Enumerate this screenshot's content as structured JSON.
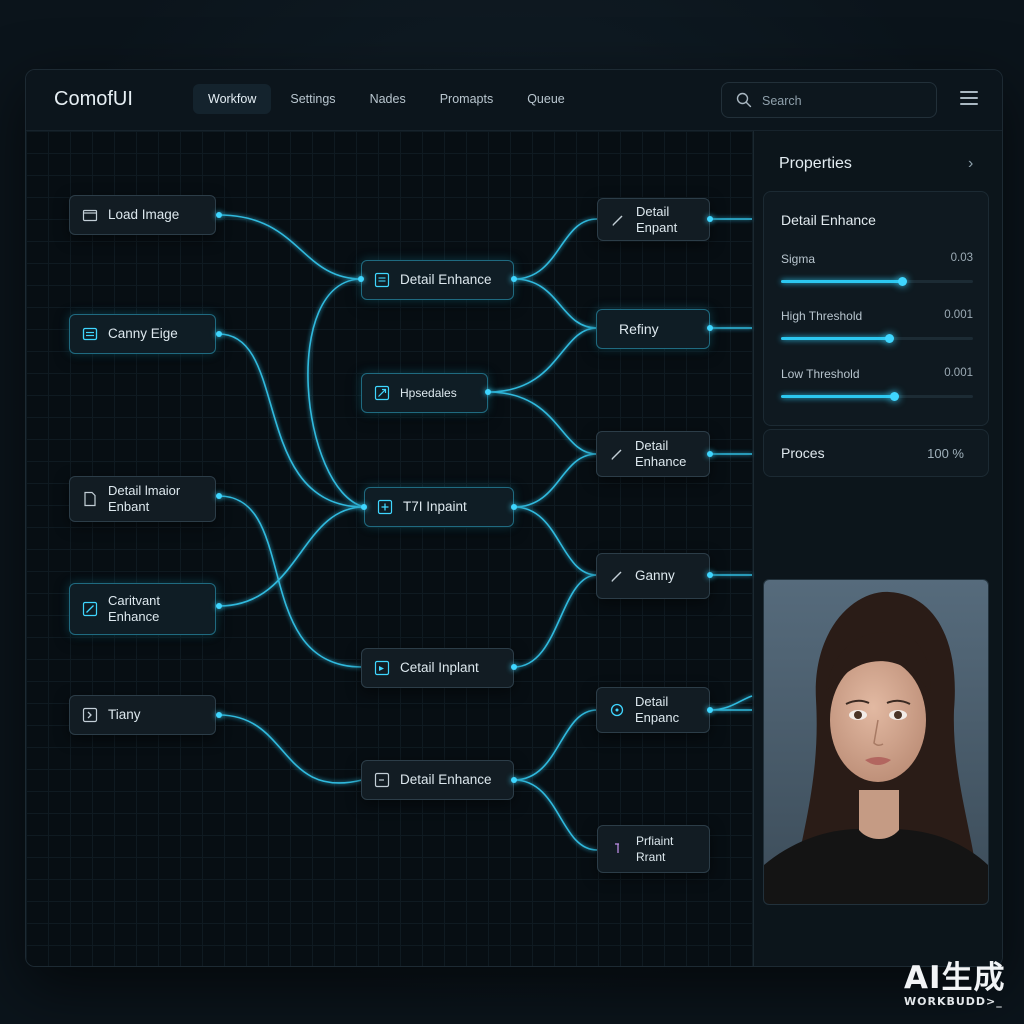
{
  "app": {
    "title": "ComofUI"
  },
  "nav": {
    "tabs": [
      {
        "label": "Workfow",
        "active": true
      },
      {
        "label": "Settings"
      },
      {
        "label": "Nades"
      },
      {
        "label": "Promapts"
      },
      {
        "label": "Queue"
      }
    ]
  },
  "search": {
    "placeholder": "Search"
  },
  "nodes": {
    "load_image": {
      "label": "Load Image"
    },
    "canny_edge": {
      "label": "Canny Eige"
    },
    "detail_enhant_left": {
      "line1": "Detail lmaior",
      "line2": "Enbant"
    },
    "contrast_enhance": {
      "line1": "Caritvant",
      "line2": "Enhance"
    },
    "tiany": {
      "label": "Tiany"
    },
    "detail_enhance_top": {
      "label": "Detail Enhance"
    },
    "upscales": {
      "label": "Hpsedales"
    },
    "t7i_inpaint": {
      "label": "T7I Inpaint"
    },
    "cetail_inplant": {
      "label": "Cetail Inplant"
    },
    "detail_enhance_bottom": {
      "label": "Detail Enhance"
    },
    "detail_enpant": {
      "line1": "Detail",
      "line2": "Enpant"
    },
    "refiny": {
      "label": "Refiny"
    },
    "detail_enhance_right": {
      "line1": "Detail",
      "line2": "Enhance"
    },
    "ganny": {
      "label": "Ganny"
    },
    "detail_enpanc": {
      "line1": "Detail",
      "line2": "Enpanc"
    },
    "prfiaint": {
      "line1": "Prfiaint",
      "line2": "Rrant"
    }
  },
  "properties": {
    "title": "Properties",
    "node_title": "Detail Enhance",
    "params": [
      {
        "label": "Sigma",
        "value": "0.03",
        "level": 0.63
      },
      {
        "label": "High Threshold",
        "value": "0.001",
        "level": 0.56
      },
      {
        "label": "Low Threshold",
        "value": "0.001",
        "level": 0.59
      }
    ],
    "process": {
      "label": "Proces",
      "value": "100 %"
    }
  },
  "watermark": {
    "line1": "AI生成",
    "line2": "WORKBUDD>_"
  },
  "colors": {
    "accent": "#3fd6ff",
    "bg": "#0a1218",
    "node": "#121c23"
  }
}
